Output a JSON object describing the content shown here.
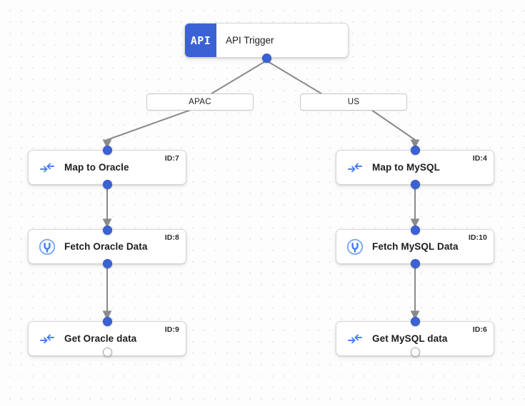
{
  "canvas": {
    "background_color": "#fdfdfd",
    "grid_dot_color": "#e8e8e8",
    "accent_color": "#3b62d4",
    "edge_color": "#8a8a8c"
  },
  "trigger": {
    "badge_text": "API",
    "title": "API Trigger",
    "icon": "api-badge-icon"
  },
  "branches": [
    {
      "label": "APAC"
    },
    {
      "label": "US"
    }
  ],
  "nodes": [
    {
      "label": "Map to Oracle",
      "id_label": "ID:7",
      "icon": "map-transform-icon"
    },
    {
      "label": "Map to MySQL",
      "id_label": "ID:4",
      "icon": "map-transform-icon"
    },
    {
      "label": "Fetch Oracle Data",
      "id_label": "ID:8",
      "icon": "database-connector-icon"
    },
    {
      "label": "Fetch MySQL Data",
      "id_label": "ID:10",
      "icon": "database-connector-icon"
    },
    {
      "label": "Get Oracle data",
      "id_label": "ID:9",
      "icon": "map-transform-icon"
    },
    {
      "label": "Get MySQL data",
      "id_label": "ID:6",
      "icon": "map-transform-icon"
    }
  ]
}
